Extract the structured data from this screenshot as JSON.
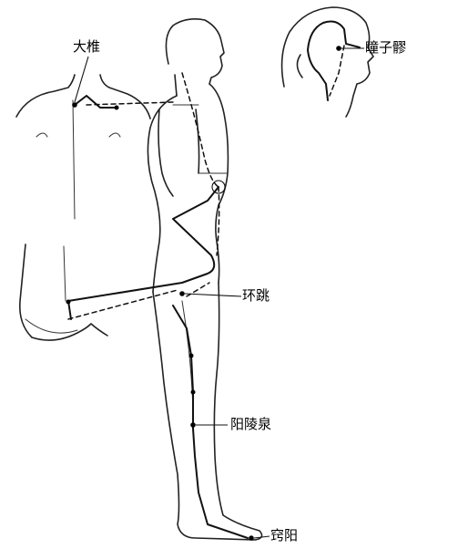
{
  "labels": {
    "dazhui": "大椎",
    "tongziliao": "瞳子髎",
    "huantiao": "环跳",
    "yanglingquan": "阳陵泉",
    "qiaoyin": "窍阳"
  }
}
